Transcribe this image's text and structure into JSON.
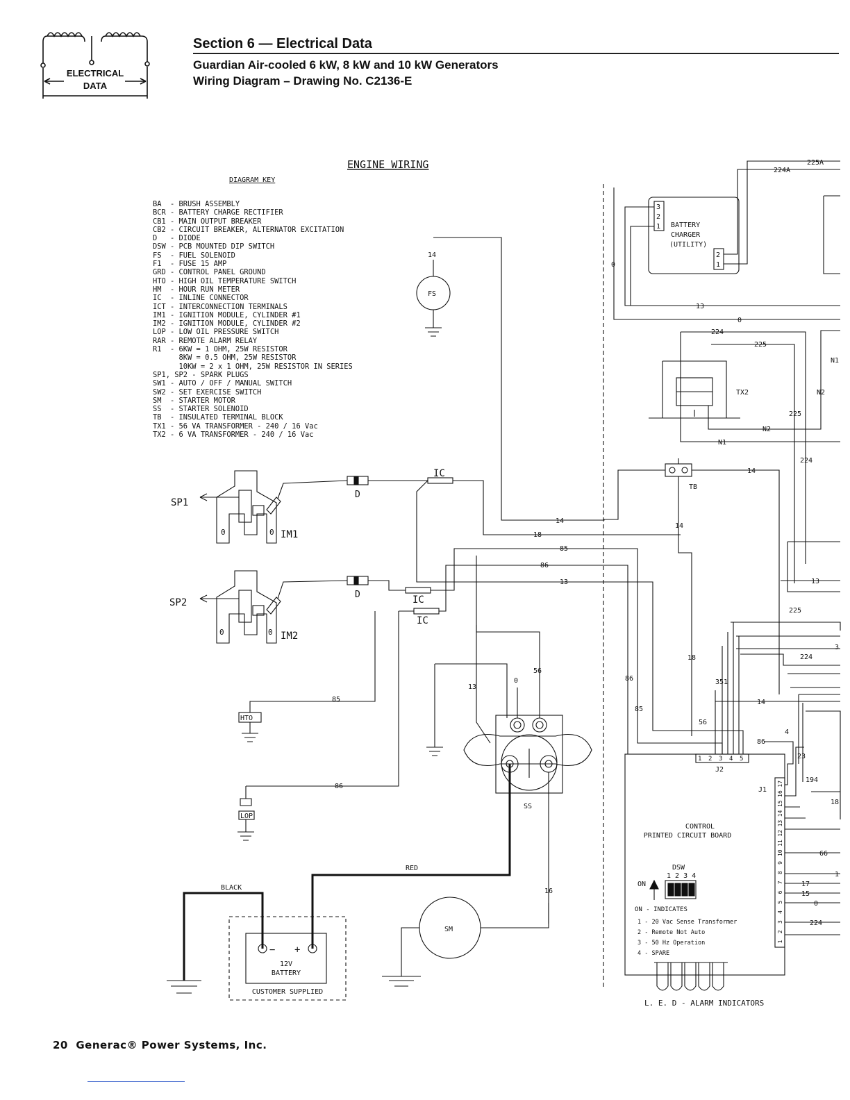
{
  "header": {
    "badge_line1": "ELECTRICAL",
    "badge_line2": "DATA",
    "section_title": "Section 6 — Electrical Data",
    "subtitle_1": "Guardian Air-cooled 6 kW, 8 kW and 10 kW Generators",
    "subtitle_2": "Wiring Diagram – Drawing No. C2136-E"
  },
  "diagram": {
    "title": "ENGINE WIRING",
    "key_title": "DIAGRAM KEY",
    "key_items": [
      "BA  - BRUSH ASSEMBLY",
      "BCR - BATTERY CHARGE RECTIFIER",
      "CB1 - MAIN OUTPUT BREAKER",
      "CB2 - CIRCUIT BREAKER, ALTERNATOR EXCITATION",
      "D   - DIODE",
      "DSW - PCB MOUNTED DIP SWITCH",
      "FS  - FUEL SOLENOID",
      "F1  - FUSE 15 AMP",
      "GRD - CONTROL PANEL GROUND",
      "HTO - HIGH OIL TEMPERATURE SWITCH",
      "HM  - HOUR RUN METER",
      "IC  - INLINE CONNECTOR",
      "ICT - INTERCONNECTION TERMINALS",
      "IM1 - IGNITION MODULE, CYLINDER #1",
      "IM2 - IGNITION MODULE, CYLINDER #2",
      "LOP - LOW OIL PRESSURE SWITCH",
      "RAR - REMOTE ALARM RELAY",
      "R1  - 6KW = 1 OHM, 25W RESISTOR",
      "      8KW = 0.5 OHM, 25W RESISTOR",
      "      10KW = 2 x 1 OHM, 25W RESISTOR IN SERIES",
      "SP1, SP2 - SPARK PLUGS",
      "SW1 - AUTO / OFF / MANUAL SWITCH",
      "SW2 - SET EXERCISE SWITCH",
      "SM  - STARTER MOTOR",
      "SS  - STARTER SOLENOID",
      "TB  - INSULATED TERMINAL BLOCK",
      "TX1 - 56 VA TRANSFORMER - 240 / 16 Vac",
      "TX2 - 6 VA TRANSFORMER - 240 / 16 Vac"
    ],
    "components": {
      "sp1": "SP1",
      "sp2": "SP2",
      "im1": "IM1",
      "im2": "IM2",
      "diode": "D",
      "ic": "IC",
      "fs": "FS",
      "hto": "HTO",
      "lop": "LOP",
      "ss": "SS",
      "sm": "SM",
      "tb": "TB",
      "tx2": "TX2",
      "battery_charger": [
        "BATTERY",
        "CHARGER",
        "(UTILITY)"
      ],
      "battery": [
        "12V",
        "BATTERY"
      ],
      "customer_supplied": "CUSTOMER SUPPLIED",
      "j1": "J1",
      "j2": "J2",
      "pcb": [
        "CONTROL",
        "PRINTED CIRCUIT BOARD"
      ],
      "dsw": "DSW",
      "dsw_numbers": "1 2 3 4",
      "on": "ON",
      "led": "L. E. D - ALARM INDICATORS",
      "zero": "0"
    },
    "dsw_legend": [
      "ON - INDICATES",
      "1 - 20 Vac Sense Transformer",
      "2 - Remote Not Auto",
      "3 - 50 Hz Operation",
      "4 - SPARE"
    ],
    "wires": {
      "w225a": "225A",
      "w224a": "224A",
      "w14": "14",
      "w18": "18",
      "w85": "85",
      "w86": "86",
      "w13": "13",
      "w0": "0",
      "w56": "56",
      "w16": "16",
      "w224": "224",
      "w225": "225",
      "wn1": "N1",
      "wn2": "N2",
      "w351": "351",
      "w4": "4",
      "w23": "23",
      "w194": "194",
      "w3": "3",
      "w66": "66",
      "w17": "17",
      "w15": "15",
      "w1": "1",
      "red": "RED",
      "black": "BLACK"
    },
    "j2_pins": [
      "1",
      "2",
      "3",
      "4",
      "5"
    ],
    "j1_pins": [
      "1",
      "2",
      "3",
      "4",
      "5",
      "6",
      "7",
      "8",
      "9",
      "10",
      "11",
      "12",
      "13",
      "14",
      "15",
      "16",
      "17"
    ],
    "charger_pins": [
      "3",
      "2",
      "1"
    ],
    "charger_out_pins": [
      "2",
      "1"
    ]
  },
  "footer": {
    "page_number": "20",
    "company": "Generac® Power Systems, Inc."
  }
}
